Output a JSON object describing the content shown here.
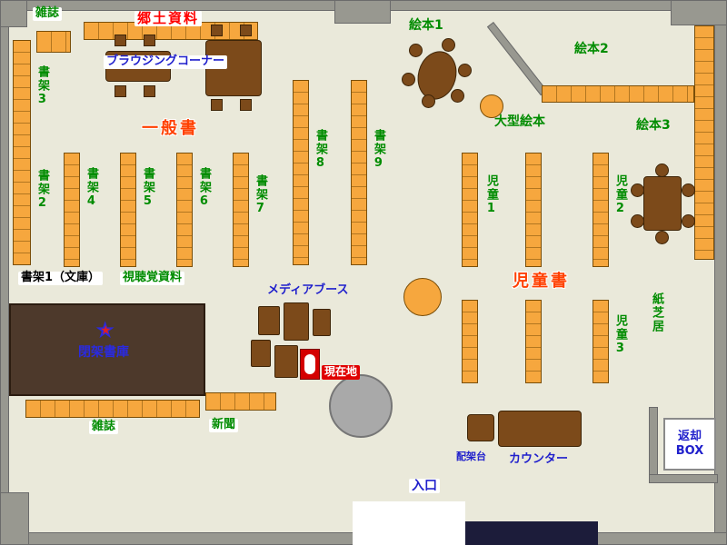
{
  "areas": {
    "magazines_top": "雑誌",
    "local_materials": "郷土資料",
    "browsing_corner": "ブラウジングコーナー",
    "general_books": "一般書",
    "shelf_1_bunko": "書架1（文庫）",
    "shelf_2": "書架2",
    "shelf_3": "書架3",
    "shelf_4": "書架4",
    "shelf_5": "書架5",
    "shelf_6": "書架6",
    "shelf_7": "書架7",
    "shelf_8": "書架8",
    "shelf_9": "書架9",
    "picture_books_1": "絵本1",
    "picture_books_2": "絵本2",
    "picture_books_3": "絵本3",
    "large_picture_books": "大型絵本",
    "children_1": "児童1",
    "children_2": "児童2",
    "children_3": "児童3",
    "children_books": "児童書",
    "kamishibai": "紙芝居",
    "audio_visual": "視聴覚資料",
    "media_booth": "メディアブース",
    "closed_stacks": "閉架書庫",
    "current_location": "現在地",
    "magazines_bottom": "雑誌",
    "newspapers": "新聞",
    "shelving_table": "配架台",
    "counter": "カウンター",
    "return_box": "返却BOX",
    "entrance": "入口"
  },
  "icons": {
    "star": "★"
  },
  "colors": {
    "floor": "#eae9da",
    "wall": "#989890",
    "shelf": "#f6a73e",
    "furniture": "#7c4a1a",
    "closed_stacks_fill": "#4d392b",
    "label_green": "#008c00",
    "label_blue": "#2020cc",
    "label_red": "#ff0000",
    "area_red": "#ff4000",
    "current_location_bg": "#e00000"
  }
}
